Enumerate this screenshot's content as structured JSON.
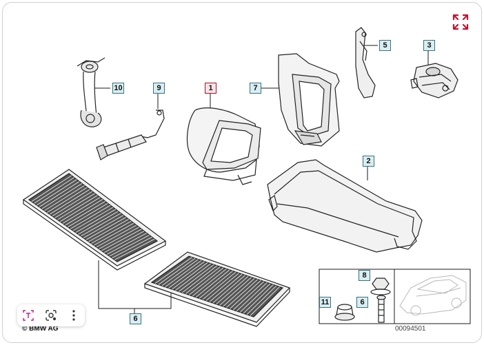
{
  "callouts": {
    "c1": "1",
    "c2": "2",
    "c3": "3",
    "c5": "5",
    "c6a": "6",
    "c6b": "6",
    "c7": "7",
    "c8": "8",
    "c9": "9",
    "c10": "10",
    "c11": "11"
  },
  "footer": {
    "copyright": "© BMW AG",
    "doc_number": "00094501"
  },
  "colors": {
    "callout_border": "#3a6f7a",
    "callout_fill": "#d8eef2",
    "selected_border": "#a3122a",
    "expand_icon": "#c8102e"
  },
  "icons": {
    "expand": "expand-arrows-icon",
    "text_select": "text-select-icon",
    "lens": "lens-search-icon",
    "more": "more-options-icon"
  }
}
